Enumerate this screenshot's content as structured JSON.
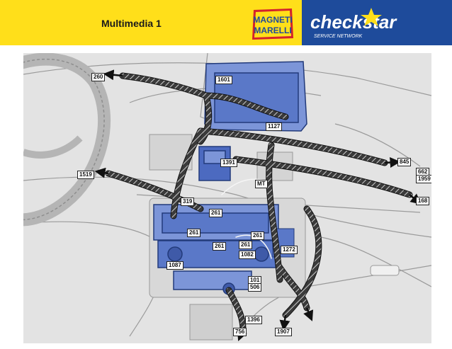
{
  "header": {
    "title": "Multimedia 1",
    "magneti_line1": "MAGNETI",
    "magneti_line2": "MARELLI",
    "checkstar_word": "checkstar",
    "checkstar_sub": "SERVICE NETWORK",
    "colors": {
      "yellow": "#FFDF1A",
      "blue": "#1E4B9B",
      "magneti_red": "#D4232B"
    }
  },
  "diagram": {
    "colors": {
      "component_blue": "#5A78C8",
      "harness": "#1a1a1a",
      "background": "#e3e3e3"
    },
    "labels": {
      "l260": "260",
      "l1601": "1601",
      "l1127": "1127",
      "l845": "845",
      "l662": "662",
      "l1959": "1959",
      "l1391": "1391",
      "l1519": "1519",
      "lmt": "MT",
      "l319": "319",
      "l168": "168",
      "l261a": "261",
      "l261b": "261",
      "l261c": "261",
      "l261d": "261",
      "l261e": "261",
      "l1272": "1272",
      "l1082": "1082",
      "l1087": "1087",
      "l101": "101",
      "l506": "506",
      "l1396": "1396",
      "l756": "756",
      "l1907": "1907"
    }
  }
}
